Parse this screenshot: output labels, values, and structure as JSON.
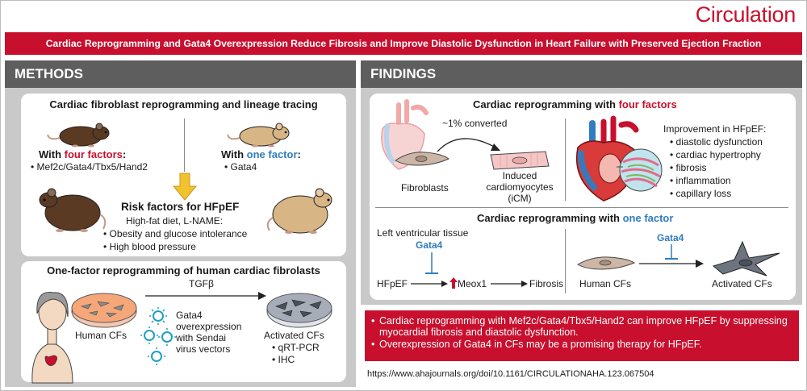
{
  "journal": "Circulation",
  "title": "Cardiac Reprogramming and Gata4 Overexpression Reduce Fibrosis and Improve Diastolic Dysfunction in Heart Failure with Preserved Ejection Fraction",
  "methods": {
    "header": "METHODS",
    "box1": {
      "heading": "Cardiac fibroblast reprogramming and lineage tracing",
      "left_prefix": "With ",
      "left_emph": "four factors",
      "left_suffix": ":",
      "left_item": "Mef2c/Gata4/Tbx5/Hand2",
      "right_prefix": "With ",
      "right_emph": "one factor",
      "right_suffix": ":",
      "right_item": "Gata4",
      "risk_heading": "Risk factors for HFpEF",
      "risk_sub": "High-fat diet, L-NAME:",
      "risk_items": [
        "Obesity and glucose intolerance",
        "High blood pressure"
      ]
    },
    "box2": {
      "heading": "One-factor reprogramming of human cardiac fibrolasts",
      "human_cfs": "Human CFs",
      "tgfb": "TGFβ",
      "gata4_lines": [
        "Gata4",
        "overexpression",
        "with Sendai",
        "virus vectors"
      ],
      "activated": "Activated CFs",
      "assays": [
        "qRT-PCR",
        "IHC"
      ]
    }
  },
  "findings": {
    "header": "FINDINGS",
    "box1": {
      "heading_prefix": "Cardiac reprogramming with ",
      "heading_emph": "four factors",
      "converted": "~1% converted",
      "fibroblasts": "Fibroblasts",
      "icm_lines": [
        "Induced",
        "cardiomyocytes",
        "(iCM)"
      ],
      "improve_heading": "Improvement in HFpEF:",
      "improve_items": [
        "diastolic dysfunction",
        "cardiac hypertrophy",
        "fibrosis",
        "inflammation",
        "capillary loss"
      ],
      "heading2_prefix": "Cardiac reprogramming with ",
      "heading2_emph": "one factor",
      "lv_tissue": "Left ventricular tissue",
      "gata4": "Gata4",
      "hfpef": "HFpEF",
      "meox1": "Meox1",
      "fibrosis": "Fibrosis",
      "human_cfs": "Human CFs",
      "gata4_b": "Gata4",
      "activated": "Activated CFs"
    },
    "summary": [
      "Cardiac reprogramming with Mef2c/Gata4/Tbx5/Hand2 can improve HFpEF by suppressing myocardial fibrosis and diastolic dysfunction.",
      "Overexpression of Gata4 in CFs may be a promising therapy for HFpEF."
    ],
    "doi": "https://www.ahajournals.org/doi/10.1161/CIRCULATIONAHA.123.067504"
  },
  "colors": {
    "accent_red": "#c8102e",
    "factor_blue": "#2f7dbf",
    "panel_gray": "#c9c9c9",
    "header_gray": "#5e5e5e"
  }
}
